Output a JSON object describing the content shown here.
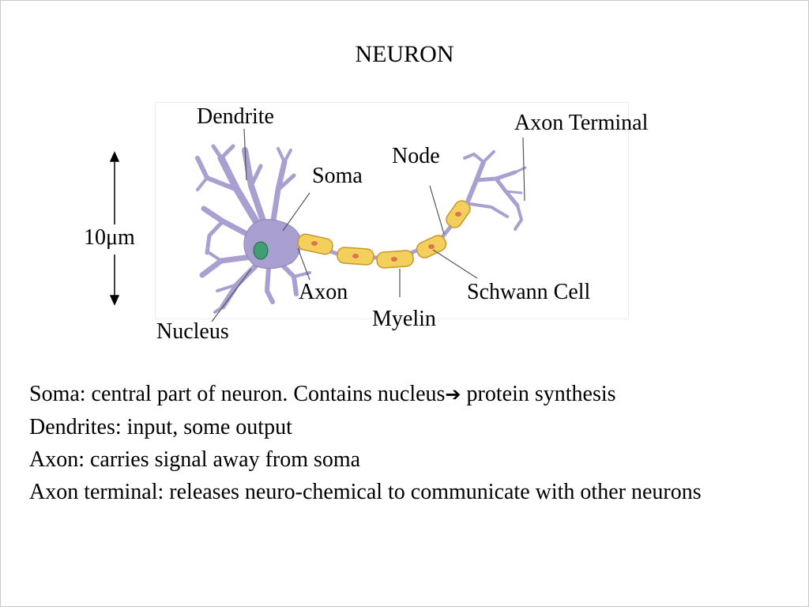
{
  "title": "NEURON",
  "labels": {
    "dendrite": "Dendrite",
    "axon_terminal": "Axon Terminal",
    "node": "Node",
    "soma": "Soma",
    "scale": "10μm",
    "axon": "Axon",
    "schwann_cell": "Schwann Cell",
    "myelin": "Myelin",
    "nucleus": "Nucleus"
  },
  "colors": {
    "cell_body": "#a99fd0",
    "cell_outline": "#6f66a3",
    "myelin_fill": "#f3cf5c",
    "myelin_outline": "#c9962e",
    "nucleus_fill": "#3f9f72",
    "schwann_nucleus": "#e07050"
  },
  "body": {
    "line1_a": "Soma: central part of neuron.  Contains nucleus",
    "line1_arrow": "➔",
    "line1_b": " protein synthesis",
    "line2": "Dendrites: input, some output",
    "line3": "Axon: carries signal away from soma",
    "line4": "Axon terminal: releases neuro-chemical to communicate with other neurons"
  }
}
